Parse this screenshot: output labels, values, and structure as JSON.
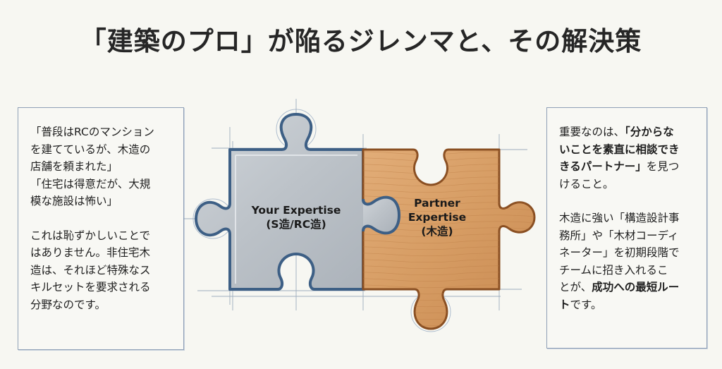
{
  "title": "「建築のプロ」が陥るジレンマと、その解決策",
  "left_panel": {
    "quote_1": "「普段はRCのマンション\nを建てているが、木造の\n店舗を頼まれた」\n「住宅は得意だが、大規\n模な施設は怖い」",
    "body": "これは恥ずかしいことで\nはありません。非住宅木\n造は、それほど特殊なス\nキルセットを要求される\n分野なのです。"
  },
  "right_panel": {
    "p1_prefix": "重要なのは、",
    "p1_bold": "「分からな\nいことを素直に相談でき\nきるパートナー」",
    "p1_suffix": "を見つ\nけること。",
    "p2_prefix": "木造に強い「構造設計事\n務所」や「木材コーディ\nネーター」を初期段階で\nチームに招き入れるこ\nとが、",
    "p2_bold": "成功への最短ルー\nト",
    "p2_suffix": "です。"
  },
  "diagram": {
    "steel_piece": {
      "label": "Your Expertise\n(S造/RC造)",
      "color": "#b9c0c7",
      "border_color": "#3d5f85"
    },
    "wood_piece": {
      "label": "Partner\nExpertise\n(木造)",
      "color": "#d9a069",
      "border_color": "#8a4f22"
    }
  }
}
